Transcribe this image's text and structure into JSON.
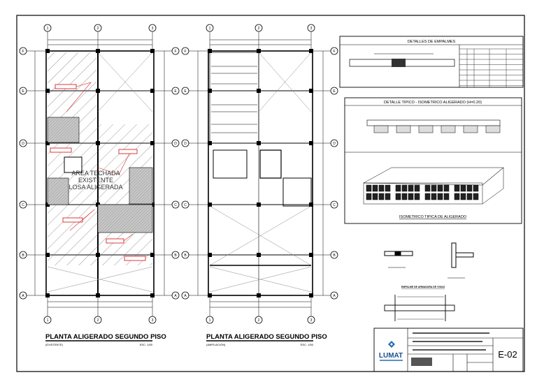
{
  "sheet": {
    "grid_columns": [
      "1",
      "2",
      "3"
    ],
    "grid_rows": [
      "F",
      "E",
      "D",
      "C",
      "B",
      "A"
    ],
    "plan_existing": {
      "title": "PLANTA ALIGERADO SEGUNDO PISO",
      "subtitle": "(EXISTENTE)",
      "scale": "ESC. 1/50",
      "note_lines": [
        "AREA TECHADA",
        "EXISTENTE",
        "LOSA ALIGERADA"
      ]
    },
    "plan_extension": {
      "title": "PLANTA ALIGERADO SEGUNDO PISO",
      "subtitle": "(AMPLIACION)",
      "scale": "ESC. 1/50"
    },
    "details": {
      "splices_title": "DETALLES DE EMPALMES",
      "typical_title": "DETALLE TIPICO - ISOMETRICO ALIGERADO (H=0.20)",
      "isometric_caption": "ISOMETRICO TIPICA DE ALIGERADO",
      "beam_splice_title": "EMPALME DE ARMADURA DE VIGAS"
    },
    "title_block": {
      "logo_text": "LUMAT",
      "sheet_number": "E-02",
      "brand_color": "#1f6fb5"
    },
    "colors": {
      "line": "#000000",
      "annotation": "#d9262b",
      "hatch_fill": "#bdbdbd"
    }
  }
}
